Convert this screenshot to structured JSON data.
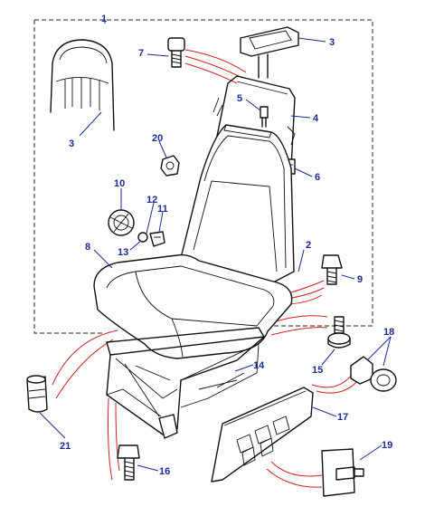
{
  "diagram": {
    "callouts": {
      "c1": "1",
      "c2": "2",
      "c3a": "3",
      "c3b": "3",
      "c4": "4",
      "c5": "5",
      "c6": "6",
      "c7": "7",
      "c8": "8",
      "c9": "9",
      "c10": "10",
      "c11": "11",
      "c12": "12",
      "c13": "13",
      "c14": "14",
      "c15": "15",
      "c16": "16",
      "c17": "17",
      "c18": "18",
      "c19": "19",
      "c20": "20",
      "c21": "21"
    },
    "colors": {
      "callout_text": "#1a2a9a",
      "leader_line": "#1a2a9a",
      "wire_line": "#d42020",
      "outline": "#111111"
    }
  }
}
